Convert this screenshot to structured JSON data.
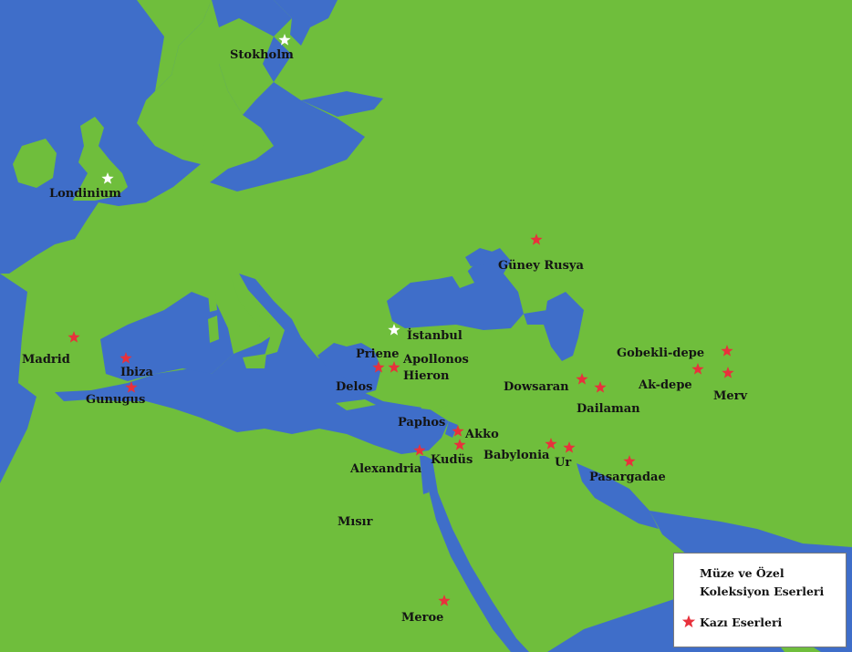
{
  "colors": {
    "land": "#6fbe3c",
    "water": "#3f6ec9",
    "museum_star": "#ffffff",
    "excavation_star": "#e8313c",
    "label": "#141414"
  },
  "places": [
    {
      "id": "stokholm",
      "label": "Stokholm",
      "kind": "museum"
    },
    {
      "id": "londinium",
      "label": "Londinium",
      "kind": "museum"
    },
    {
      "id": "istanbul",
      "label": "İstanbul",
      "kind": "museum"
    },
    {
      "id": "guney-rusya",
      "label": "Güney Rusya",
      "kind": "excavation"
    },
    {
      "id": "madrid",
      "label": "Madrid",
      "kind": "excavation"
    },
    {
      "id": "ibiza",
      "label": "Ibiza",
      "kind": "excavation"
    },
    {
      "id": "gunugus",
      "label": "Gunugus",
      "kind": "excavation"
    },
    {
      "id": "priene",
      "label": "Priene",
      "kind": "excavation"
    },
    {
      "id": "apollonos-hieron",
      "label": "Apollonos\nHieron",
      "kind": "excavation"
    },
    {
      "id": "delos",
      "label": "Delos",
      "kind": "excavation"
    },
    {
      "id": "paphos",
      "label": "Paphos",
      "kind": "excavation"
    },
    {
      "id": "akko",
      "label": "Akko",
      "kind": "excavation"
    },
    {
      "id": "kudus",
      "label": "Kudüs",
      "kind": "excavation"
    },
    {
      "id": "alexandria",
      "label": "Alexandria",
      "kind": "excavation"
    },
    {
      "id": "babylonia",
      "label": "Babylonia",
      "kind": "excavation"
    },
    {
      "id": "ur",
      "label": "Ur",
      "kind": "excavation"
    },
    {
      "id": "pasargadae",
      "label": "Pasargadae",
      "kind": "excavation"
    },
    {
      "id": "dowsaran",
      "label": "Dowsaran",
      "kind": "excavation"
    },
    {
      "id": "dailaman",
      "label": "Dailaman",
      "kind": "excavation"
    },
    {
      "id": "gobekli-depe",
      "label": "Gobekli-depe",
      "kind": "excavation"
    },
    {
      "id": "ak-depe",
      "label": "Ak-depe",
      "kind": "excavation"
    },
    {
      "id": "merv",
      "label": "Merv",
      "kind": "excavation"
    },
    {
      "id": "misir",
      "label": "Mısır",
      "kind": "region"
    },
    {
      "id": "meroe",
      "label": "Meroe",
      "kind": "excavation"
    }
  ],
  "legend": {
    "museum_label": "Müze ve Özel\nKoleksiyon Eserleri",
    "excavation_label": "Kazı Eserleri"
  }
}
